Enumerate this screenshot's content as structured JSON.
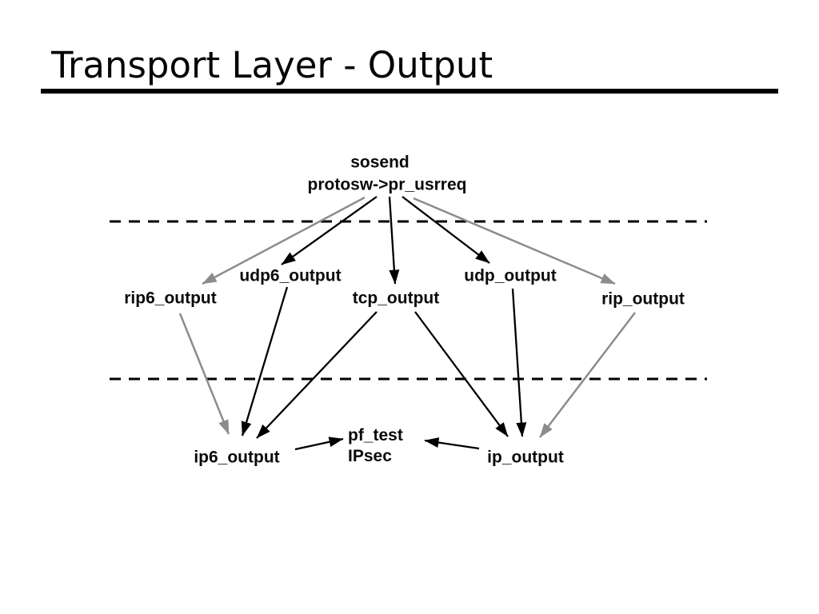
{
  "slide": {
    "title": "Transport Layer - Output"
  },
  "colors": {
    "black": "#000000",
    "gray": "#8c8c8c"
  },
  "diagram": {
    "nodes": {
      "sosend": "sosend",
      "pr_usrreq": "protosw->pr_usrreq",
      "rip6_output": "rip6_output",
      "udp6_output": "udp6_output",
      "tcp_output": "tcp_output",
      "udp_output": "udp_output",
      "rip_output": "rip_output",
      "ip6_output": "ip6_output",
      "pf_test": "pf_test",
      "ipsec": "IPsec",
      "ip_output": "ip_output"
    },
    "edges": [
      {
        "from": "sosend",
        "to": "rip6_output",
        "color": "gray"
      },
      {
        "from": "sosend",
        "to": "udp6_output",
        "color": "black"
      },
      {
        "from": "sosend",
        "to": "tcp_output",
        "color": "black"
      },
      {
        "from": "sosend",
        "to": "udp_output",
        "color": "black"
      },
      {
        "from": "sosend",
        "to": "rip_output",
        "color": "gray"
      },
      {
        "from": "rip6_output",
        "to": "ip6_output",
        "color": "gray"
      },
      {
        "from": "udp6_output",
        "to": "ip6_output",
        "color": "black"
      },
      {
        "from": "tcp_output",
        "to": "ip6_output",
        "color": "black"
      },
      {
        "from": "tcp_output",
        "to": "ip_output",
        "color": "black"
      },
      {
        "from": "udp_output",
        "to": "ip_output",
        "color": "black"
      },
      {
        "from": "rip_output",
        "to": "ip_output",
        "color": "gray"
      },
      {
        "from": "ip6_output",
        "to": "pf_test",
        "color": "black"
      },
      {
        "from": "ip_output",
        "to": "pf_test",
        "color": "black"
      }
    ],
    "separators": [
      {
        "name": "socket-transport-boundary",
        "style": "dashed"
      },
      {
        "name": "transport-network-boundary",
        "style": "dashed"
      }
    ]
  }
}
